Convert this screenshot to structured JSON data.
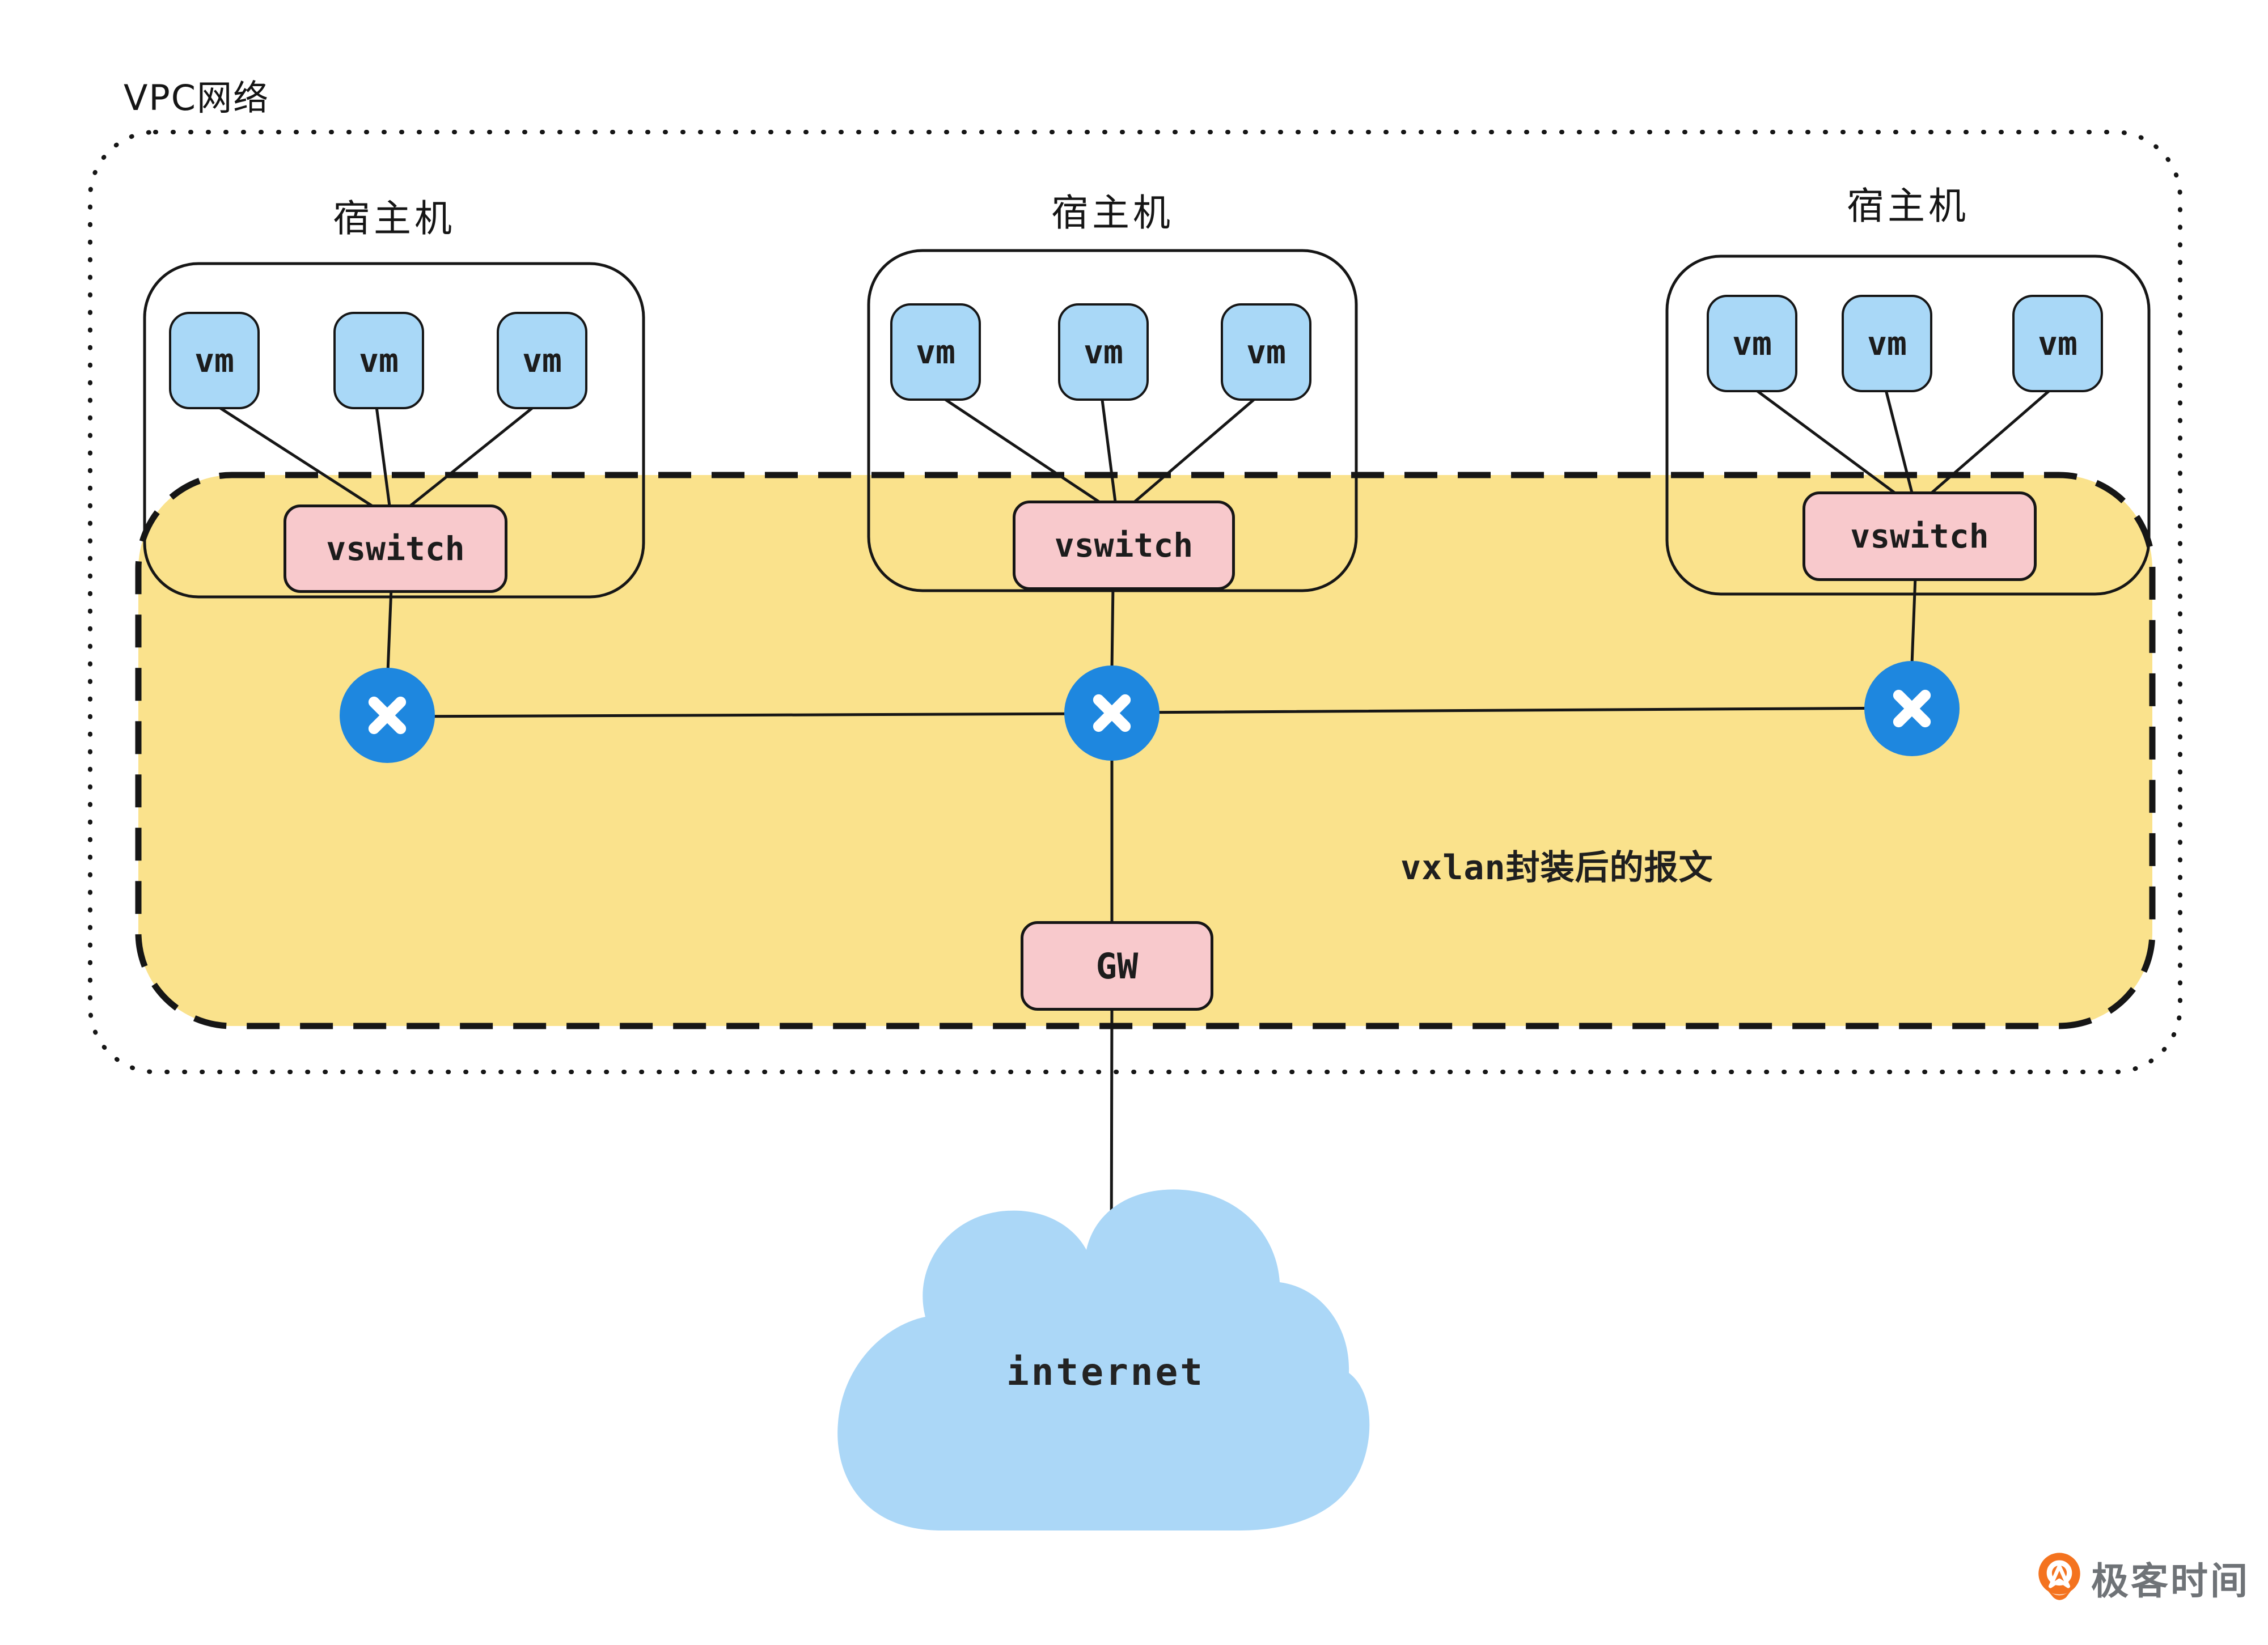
{
  "vpc": {
    "label": "VPC网络"
  },
  "hosts": [
    {
      "label": "宿主机",
      "vms": [
        {
          "label": "vm"
        },
        {
          "label": "vm"
        },
        {
          "label": "vm"
        }
      ],
      "vswitch": {
        "label": "vswitch"
      }
    },
    {
      "label": "宿主机",
      "vms": [
        {
          "label": "vm"
        },
        {
          "label": "vm"
        },
        {
          "label": "vm"
        }
      ],
      "vswitch": {
        "label": "vswitch"
      }
    },
    {
      "label": "宿主机",
      "vms": [
        {
          "label": "vm"
        },
        {
          "label": "vm"
        },
        {
          "label": "vm"
        }
      ],
      "vswitch": {
        "label": "vswitch"
      }
    }
  ],
  "overlay": {
    "annotation": "vxlan封装后的报文",
    "gateway": {
      "label": "GW"
    },
    "vtep_count": 3
  },
  "internet": {
    "label": "internet"
  },
  "footer": {
    "logo_text": "极客时间"
  },
  "colors": {
    "vm_fill": "#A9D8F7",
    "vswitch_fill": "#F8C9CC",
    "gateway_fill": "#F8C9CC",
    "overlay_band_fill": "#FAE28C",
    "vtep_fill": "#1E87DF",
    "cloud_fill": "#ABD7F7",
    "line": "#161616",
    "logo_orange": "#F4731F",
    "logo_text": "#6F7377"
  }
}
